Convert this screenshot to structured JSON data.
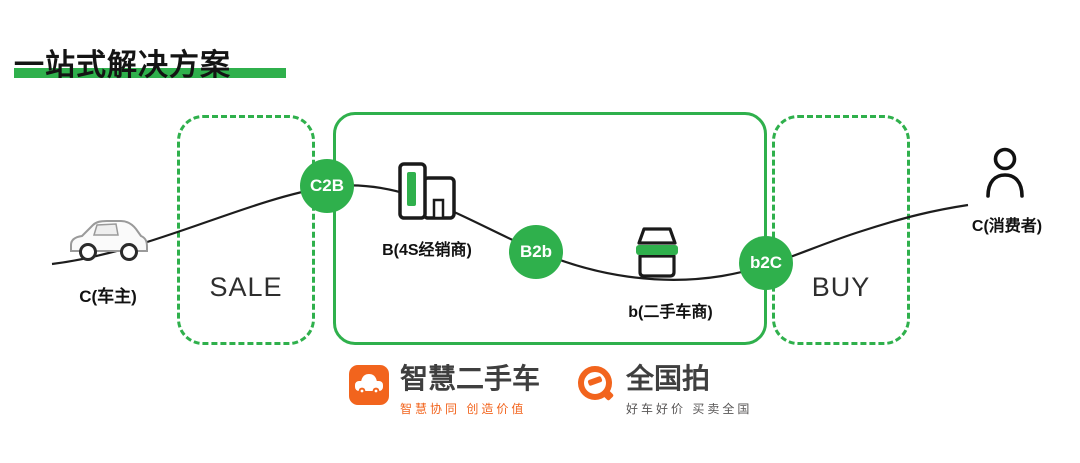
{
  "title": "一站式解决方案",
  "colors": {
    "green": "#2fb04c",
    "orange": "#f2641d"
  },
  "flow": {
    "seller": {
      "label": "C(车主)"
    },
    "sale": {
      "label": "SALE"
    },
    "dealer": {
      "label": "B(4S经销商)"
    },
    "used_dealer": {
      "label": "b(二手车商)"
    },
    "buy": {
      "label": "BUY"
    },
    "consumer": {
      "label": "C(消费者)"
    },
    "badges": [
      {
        "label": "C2B"
      },
      {
        "label": "B2b"
      },
      {
        "label": "b2C"
      }
    ]
  },
  "logos": [
    {
      "name": "智慧二手车",
      "tagline": "智慧协同 创造价值"
    },
    {
      "name": "全国拍",
      "tagline": "好车好价 买卖全国"
    }
  ]
}
